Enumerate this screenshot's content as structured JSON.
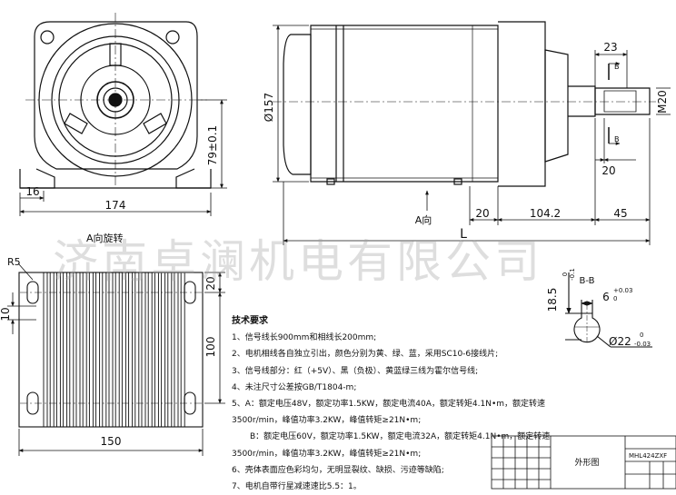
{
  "views": {
    "front": {
      "label": "A向旋转",
      "dims": {
        "width": "174",
        "foot": "16",
        "height": "79±0.1"
      }
    },
    "side": {
      "diameter": "Ø157",
      "arrow_label": "A向",
      "total_label": "L",
      "dims": {
        "a": "20",
        "b": "104.2",
        "c": "45",
        "key_len": "23",
        "key_off": "20",
        "shaft_thread": "M20"
      },
      "section_mark": "B"
    },
    "bottom": {
      "radius": "R5",
      "dims": {
        "left": "10",
        "top": "20",
        "height": "100",
        "width": "150"
      }
    },
    "section": {
      "title": "B-B",
      "dims": {
        "depth": "18.5",
        "depth_tol_up": "0",
        "depth_tol_dn": "-0.1",
        "key_w": "6",
        "key_tol_up": "+0.03",
        "key_tol_dn": "0",
        "dia": "Ø22",
        "dia_tol_up": "0",
        "dia_tol_dn": "-0.03"
      }
    }
  },
  "notes": {
    "title": "技术要求",
    "items": [
      "1、信号线长900mm和相线长200mm;",
      "2、电机相线各自独立引出，颜色分别为黄、绿、蓝，采用SC10-6接线片;",
      "3、信号线部分：红（+5V）、黑（负极）、黄蓝绿三线为霍尔信号线;",
      "4、未注尺寸公差按GB/T1804-m;",
      "5、A：额定电压48V，额定功率1.5KW，额定电流40A，额定转矩4.1N•m，额定转速",
      "3500r/min，峰值功率3.2KW，峰值转矩≥21N•m;",
      "B：额定电压60V，额定功率1.5KW，额定电流32A，额定转矩4.1N•m，额定转速",
      "3500r/min，峰值功率3.2KW，峰值转矩≥21N•m;",
      "6、壳体表面应色彩均匀，无明显裂纹、缺损、污迹等缺陷;",
      "7、电机自带行星减速速比5.5：1。"
    ]
  },
  "title_block": {
    "drawing_name": "外形图",
    "code": "MHL424ZXF"
  },
  "watermark": "济南卓澜机电有限公司"
}
